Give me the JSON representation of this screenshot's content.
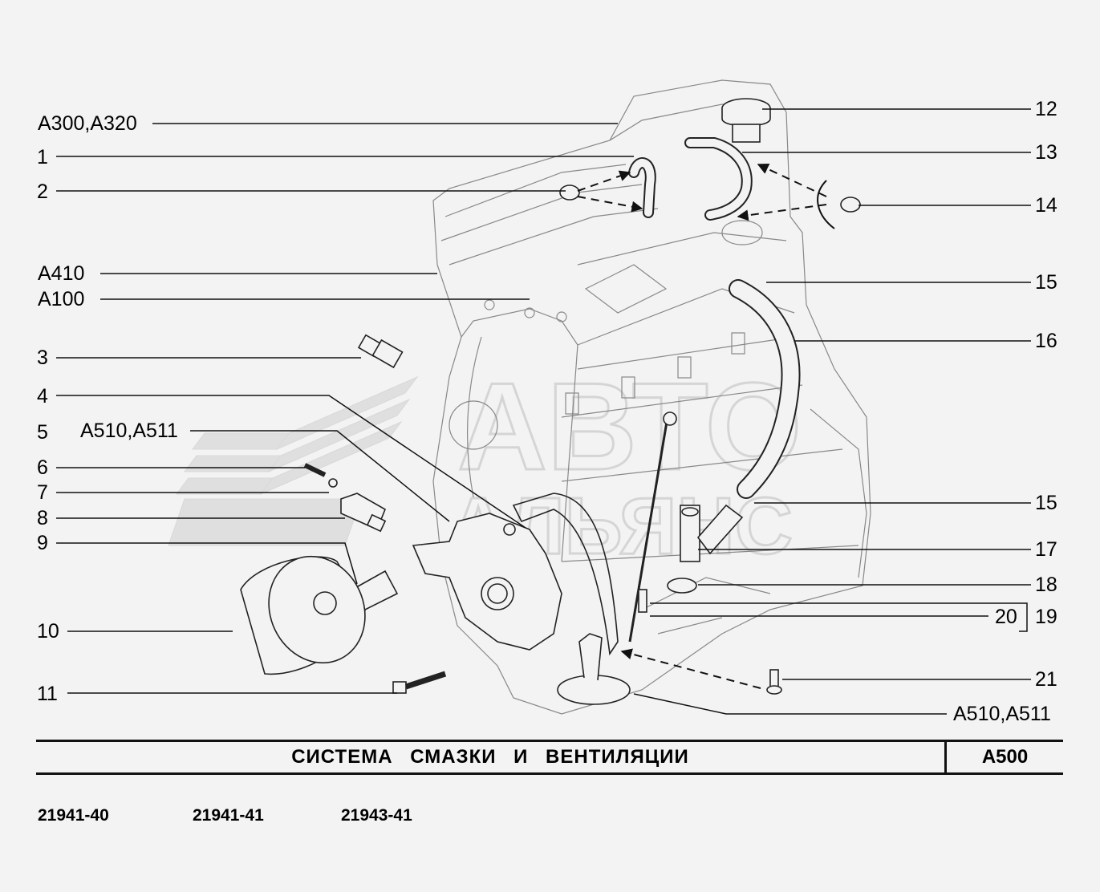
{
  "watermark": {
    "line1": "АВТО",
    "line2": "АЛЬЯНС"
  },
  "callouts": {
    "a300_a320": "А300,А320",
    "n1": "1",
    "n2": "2",
    "a410": "А410",
    "a100": "А100",
    "n3": "3",
    "n4": "4",
    "n5": "5",
    "a510_a511_left": "А510,А511",
    "n6": "6",
    "n7": "7",
    "n8": "8",
    "n9": "9",
    "n10": "10",
    "n11": "11",
    "n12": "12",
    "n13": "13",
    "n14": "14",
    "n15_top": "15",
    "n16": "16",
    "n15_bottom": "15",
    "n17": "17",
    "n18": "18",
    "n20": "20",
    "n19": "19",
    "n21": "21",
    "a510_a511_right": "А510,А511"
  },
  "footer": {
    "title": "СИСТЕМА СМАЗКИ И ВЕНТИЛЯЦИИ",
    "code": "А500",
    "models": [
      "21941-40",
      "21941-41",
      "21943-41"
    ]
  }
}
